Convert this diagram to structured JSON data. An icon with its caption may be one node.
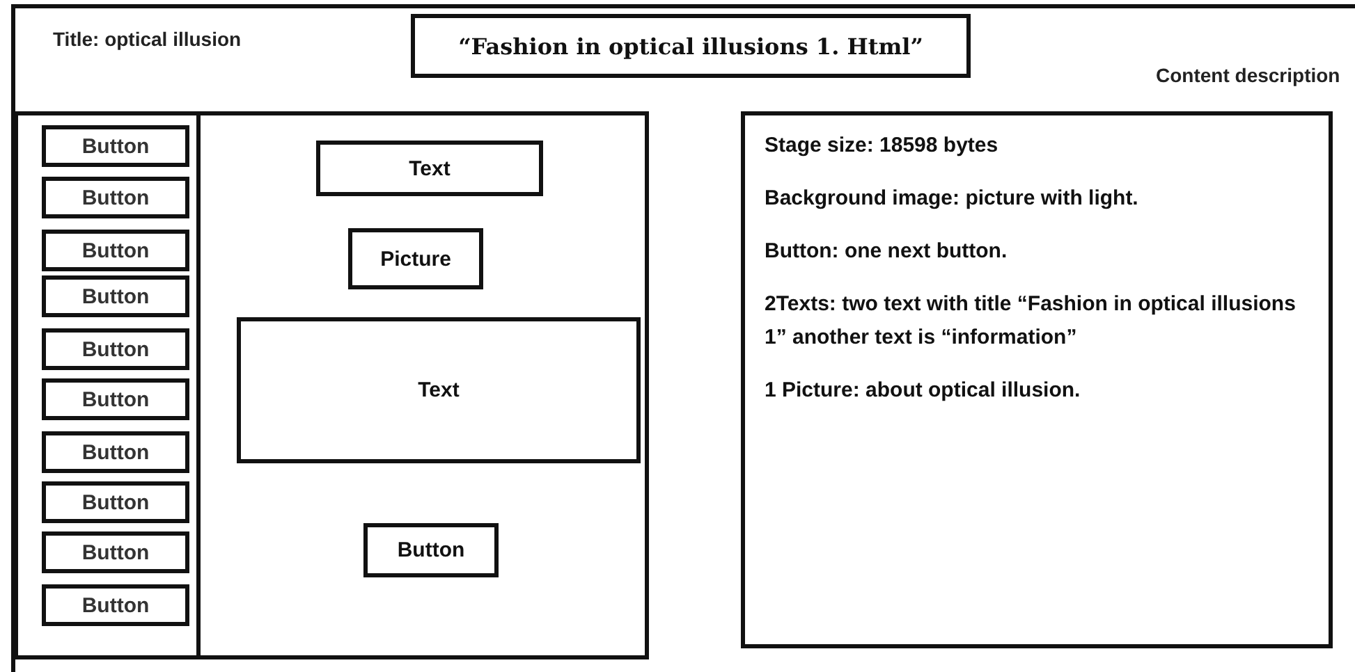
{
  "diagram": {
    "nodes": [
      {
        "text": [
          "“Fashion in optical illusions 1. Html”"
        ]
      },
      {
        "text": [],
        "shape": "box"
      },
      {
        "text": [],
        "shape": "box",
        "in": 1
      },
      {
        "text": [
          "Button"
        ],
        "in": 2
      },
      {
        "text": [
          "Button"
        ],
        "in": 2
      },
      {
        "text": [
          "Button"
        ],
        "in": 2
      },
      {
        "text": [
          "Button"
        ],
        "in": 2
      },
      {
        "text": [
          "Button"
        ],
        "in": 2
      },
      {
        "text": [
          "Button"
        ],
        "in": 2
      },
      {
        "text": [
          "Button"
        ],
        "in": 2
      },
      {
        "text": [
          "Button"
        ],
        "in": 2
      },
      {
        "text": [
          "Button"
        ],
        "in": 2
      },
      {
        "text": [
          "Button"
        ],
        "in": 2
      },
      {
        "text": [
          "Text"
        ],
        "in": 1
      },
      {
        "text": [
          "Picture"
        ],
        "in": 1
      },
      {
        "text": [
          "Text"
        ],
        "in": 1
      },
      {
        "text": [
          "Button"
        ],
        "in": 1
      },
      {
        "text": [
          "Stage size: 18598 bytes",
          "Background image: picture with light.",
          "Button: one next button.",
          "2Texts: two text with title “Fashion in optical illusions 1” another text is “information”",
          "1 Picture: about optical illusion."
        ]
      }
    ],
    "edges": [],
    "labels": [
      "Title: optical illusion",
      "Content description"
    ]
  }
}
